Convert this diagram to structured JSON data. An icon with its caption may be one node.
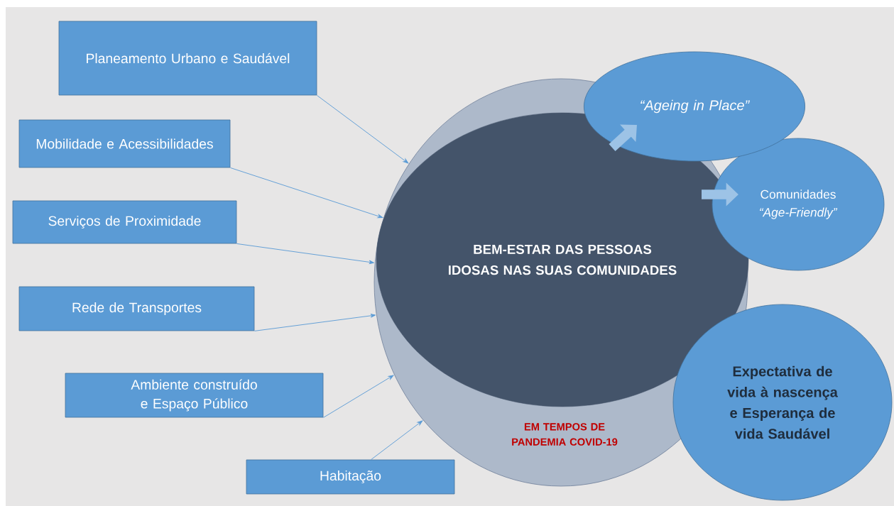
{
  "diagram": {
    "nodes": [
      {
        "text": [
          "Planeamento Urbano e Saudável"
        ]
      },
      {
        "text": [
          "Mobilidade e Acessibilidades"
        ]
      },
      {
        "text": [
          "Serviços de Proximidade"
        ]
      },
      {
        "text": [
          "Rede de Transportes"
        ]
      },
      {
        "text": [
          "Ambiente construído e Espaço Público"
        ]
      },
      {
        "text": [
          "Habitação"
        ]
      },
      {
        "text": [
          "EM TEMPOS DE PANDEMIA COVID-19"
        ]
      },
      {
        "text": [
          "BEM-ESTAR DAS PESSOAS IDOSAS NAS SUAS COMUNIDADES"
        ],
        "in": 6
      },
      {
        "text": [
          "“Ageing in Place”"
        ]
      },
      {
        "text": [
          "Comunidades *“Age-Friendly”*"
        ]
      },
      {
        "text": [
          "Expectativa de vida à nascença e Esperança de vida Saudável"
        ]
      }
    ],
    "edges": [
      {
        "from": 0,
        "to": 6,
        "arrow": "to"
      },
      {
        "from": 1,
        "to": 6,
        "arrow": "to"
      },
      {
        "from": 2,
        "to": 6,
        "arrow": "to"
      },
      {
        "from": 3,
        "to": 6,
        "arrow": "to"
      },
      {
        "from": 4,
        "to": 6,
        "arrow": "to"
      },
      {
        "from": 5,
        "to": 6,
        "arrow": "to"
      },
      {
        "from": 7,
        "to": 8,
        "arrow": "to",
        "style": "thick",
        "color": "#9dc3e6"
      },
      {
        "from": 7,
        "to": 9,
        "arrow": "to",
        "style": "thick",
        "color": "#9dc3e6"
      }
    ]
  }
}
